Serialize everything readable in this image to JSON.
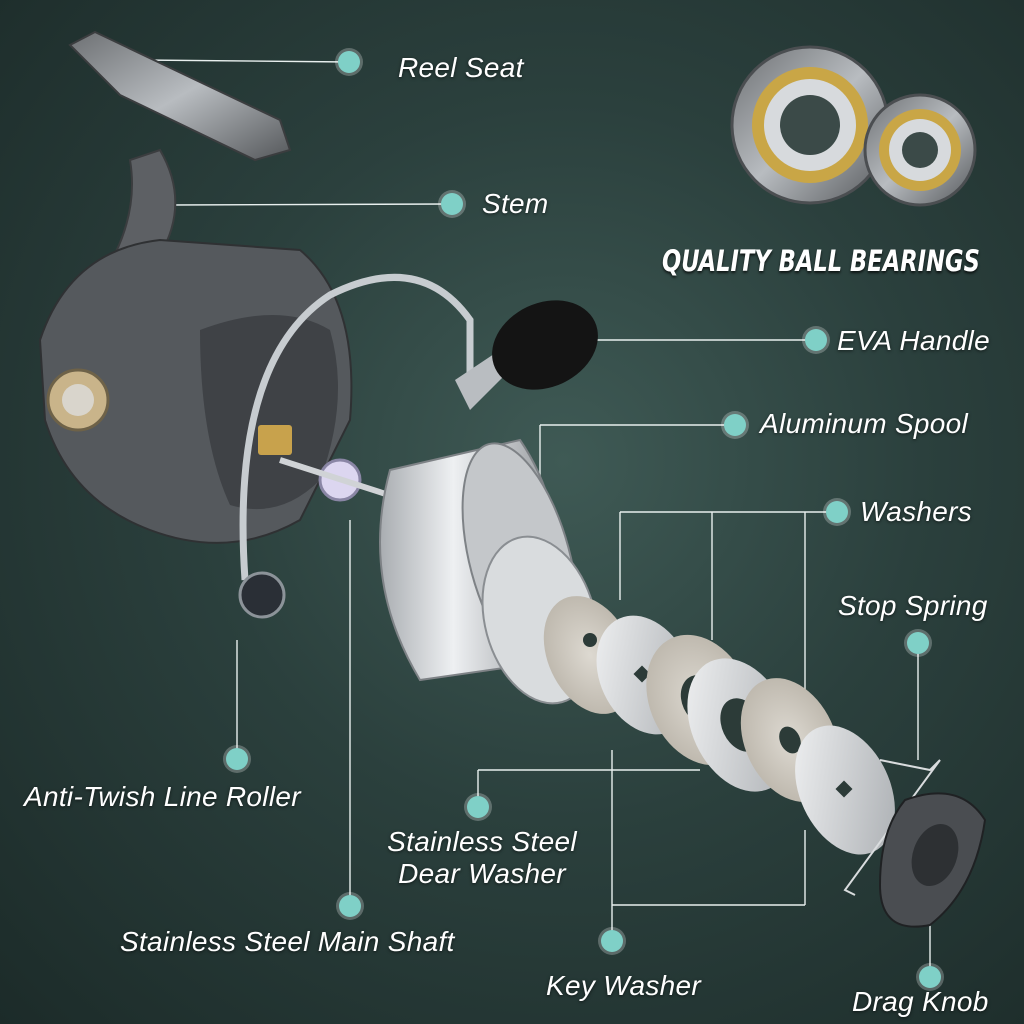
{
  "headline": "QUALITY BALL BEARINGS",
  "accent_color": "#7fd0c7",
  "labels": {
    "reel_seat": "Reel Seat",
    "stem": "Stem",
    "eva_handle": "EVA Handle",
    "aluminum_spool": "Aluminum Spool",
    "washers": "Washers",
    "stop_spring": "Stop Spring",
    "anti_twist_roller": "Anti-Twish Line Roller",
    "gear_washer_line1": "Stainless Steel",
    "gear_washer_line2": "Dear Washer",
    "main_shaft": "Stainless Steel Main Shaft",
    "key_washer": "Key Washer",
    "drag_knob": "Drag Knob"
  }
}
